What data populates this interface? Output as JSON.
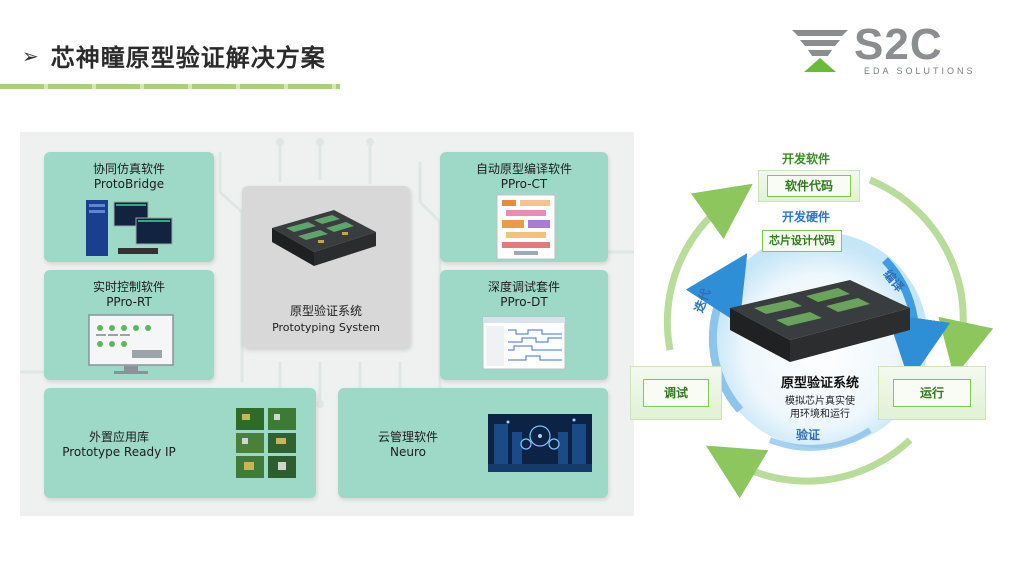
{
  "header": {
    "title": "芯神瞳原型验证解决方案",
    "arrow": "➢"
  },
  "logo": {
    "mark": "S2C",
    "subtitle": "EDA SOLUTIONS"
  },
  "left_panel": {
    "center": {
      "title_cn": "原型验证系统",
      "title_en": "Prototyping System"
    },
    "cards": [
      {
        "title_cn": "协同仿真软件",
        "title_en": "ProtoBridge"
      },
      {
        "title_cn": "实时控制软件",
        "title_en": "PPro-RT"
      },
      {
        "title_cn": "外置应用库",
        "title_en": "Prototype Ready IP"
      },
      {
        "title_cn": "自动原型编译软件",
        "title_en": "PPro-CT"
      },
      {
        "title_cn": "深度调试套件",
        "title_en": "PPro-DT"
      },
      {
        "title_cn": "云管理软件",
        "title_en": "Neuro"
      }
    ]
  },
  "cycle": {
    "top_label": "开发软件",
    "software_code": "软件代码",
    "hardware_label": "开发硬件",
    "chip_code": "芯片设计代码",
    "compile": "编译",
    "iterate": "迭代",
    "verify": "验证",
    "debug": "调试",
    "run": "运行",
    "center_title": "原型验证系统",
    "center_sub_1": "模拟芯片真实使",
    "center_sub_2": "用环境和运行"
  },
  "colors": {
    "card_fill": "#9ed8c7",
    "accent_green": "#7ccb55",
    "ring_blue": "#3d9de0"
  }
}
